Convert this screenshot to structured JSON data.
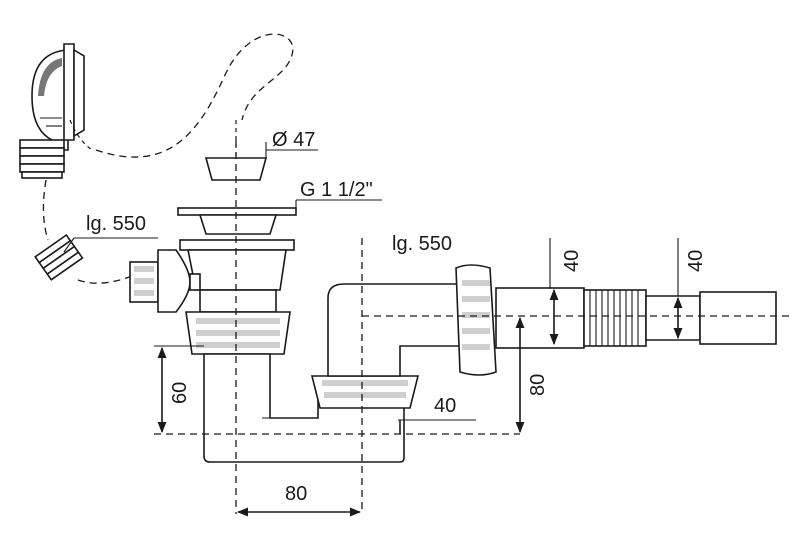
{
  "labels": {
    "dia_47": "Ø 47",
    "thread": "G 1 1/2\"",
    "hose_len_left": "lg. 550",
    "hose_len_right": "lg. 550",
    "outlet_height_right": "40",
    "outlet_height_far_right": "40",
    "inlet_height": "80",
    "trap_depth": "60",
    "trap_offset": "40",
    "trap_width": "80"
  }
}
